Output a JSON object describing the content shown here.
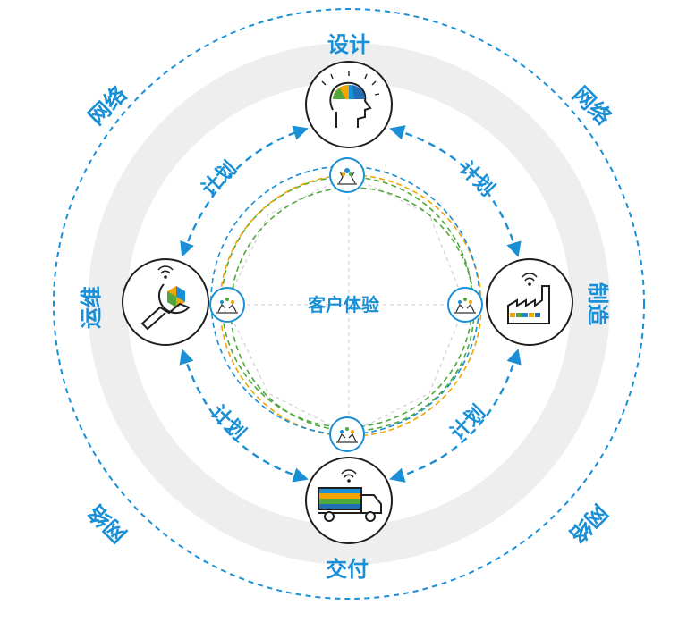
{
  "center": {
    "label": "客户体验"
  },
  "stages": {
    "design": "设计",
    "manufacture": "制造",
    "delivery": "交付",
    "operations": "运维"
  },
  "plan_labels": [
    "计划",
    "计划",
    "计划",
    "计划"
  ],
  "network_labels": [
    "网络",
    "网络",
    "网络",
    "网络"
  ],
  "colors": {
    "accent_blue": "#1a8fd6",
    "orange": "#f0a500",
    "green": "#4fa83d",
    "dark_blue": "#1f6fb2",
    "icon_stroke": "#222222"
  },
  "icons": {
    "design": "head-with-brain-icon",
    "manufacture": "factory-icon",
    "delivery": "delivery-truck-icon",
    "operations": "wrench-icon",
    "hubs": "robot-arms-icon"
  }
}
